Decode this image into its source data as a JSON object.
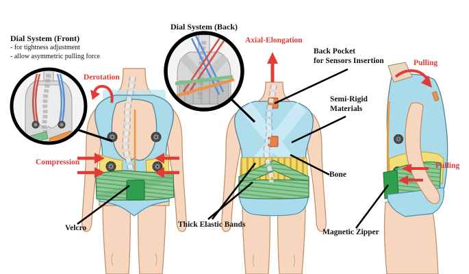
{
  "labels": {
    "dial_front_title": "Dial System (Front)",
    "dial_front_point1": "- for tightness adjustment",
    "dial_front_point2": "- allow asymmetric pulling force",
    "dial_back_title": "Dial System (Back)",
    "derotation": "Derotation",
    "compression": "Compression",
    "axial_elongation": "Axial-Elongation",
    "back_pocket_line1": "Back Pocket",
    "back_pocket_line2": "for Sensors Insertion",
    "semi_rigid_line1": "Semi-Rigid",
    "semi_rigid_line2": "Materials",
    "pulling_shoulder": "Pulling",
    "pulling_waist": "Pulling",
    "velcro": "Velcro",
    "thick_elastic_bands": "Thick Elastic Bands",
    "bone": "Bone",
    "magnetic_zipper": "Magnetic Zipper"
  },
  "views": [
    "front",
    "back",
    "side"
  ],
  "colors": {
    "red_accent": "#E23B36",
    "skin": "#F6D6BE",
    "brace_blue": "#A9DBEA",
    "strap_blue_light": "#CDECF6",
    "panel_yellow": "#F2DE77",
    "band_green": "#8FCB97",
    "band_green_stripe": "#5FA86D",
    "velcro_green": "#2F9E4D",
    "zipper_orange": "#E8963F",
    "pocket_orange": "#E8824A",
    "label_black": "#111111"
  }
}
